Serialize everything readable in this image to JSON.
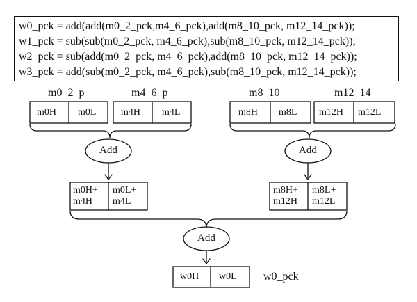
{
  "code": {
    "lines": [
      "w0_pck = add(add(m0_2_pck,m4_6_pck),add(m8_10_pck, m12_14_pck));",
      "w1_pck = sub(sub(m0_2_pck, m4_6_pck),sub(m8_10_pck, m12_14_pck));",
      "w2_pck = sub(add(m0_2_pck, m4_6_pck),add(m8_10_pck, m12_14_pck));",
      "w3_pck = add(sub(m0_2_pck, m4_6_pck),sub(m8_10_pck, m12_14_pck));"
    ]
  },
  "inputs": [
    {
      "label": "m0_2_p",
      "hi": "m0H",
      "lo": "m0L"
    },
    {
      "label": "m4_6_p",
      "hi": "m4H",
      "lo": "m4L"
    },
    {
      "label": "m8_10_",
      "hi": "m8H",
      "lo": "m8L"
    },
    {
      "label": "m12_14",
      "hi": "m12H",
      "lo": "m12L"
    }
  ],
  "ops": {
    "left_add": "Add",
    "right_add": "Add",
    "final_add": "Add"
  },
  "intermediate": {
    "left": {
      "hi_1": "m0H+",
      "hi_2": "m4H",
      "lo_1": "m0L+",
      "lo_2": "m4L"
    },
    "right": {
      "hi_1": "m8H+",
      "hi_2": "m12H",
      "lo_1": "m8L+",
      "lo_2": "m12L"
    }
  },
  "output": {
    "hi": "w0H",
    "lo": "w0L",
    "label": "w0_pck"
  }
}
